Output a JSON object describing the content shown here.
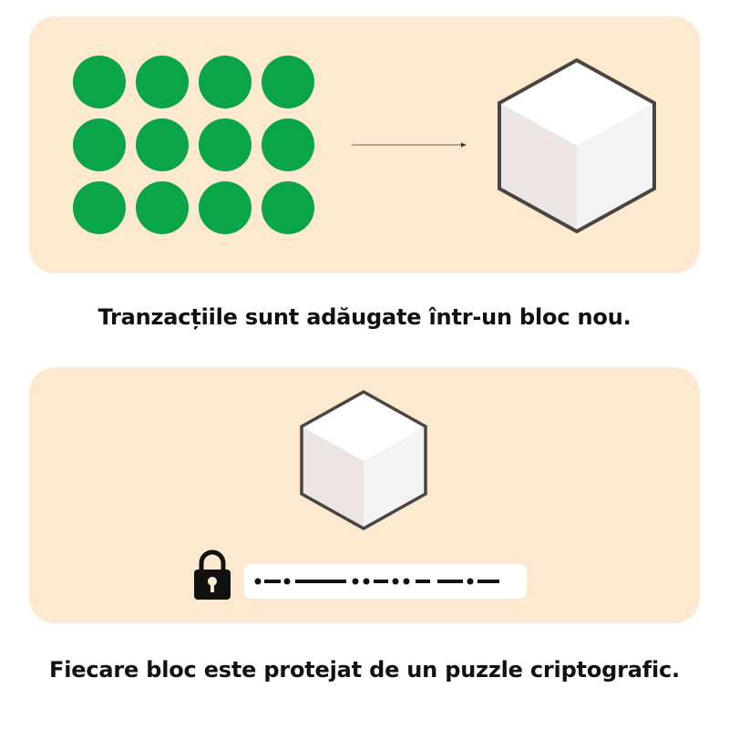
{
  "colors": {
    "panel_bg": "#fde9cf",
    "dot_green": "#0aa548",
    "cube_outline": "#4a4541",
    "cube_top": "#ffffff",
    "cube_left": "#ebe5e3",
    "cube_right": "#f3f3f4",
    "lock": "#111111"
  },
  "panel1": {
    "transaction_dots": {
      "rows": 3,
      "cols": 4,
      "count": 12
    },
    "arrow": "right-arrow",
    "block": "cube-icon"
  },
  "panel2": {
    "block": "cube-icon",
    "lock": "padlock-icon",
    "puzzle_code": "•—•———••—••——•—"
  },
  "captions": {
    "step1": "Tranzacțiile sunt adăugate într-un bloc nou.",
    "step2": "Fiecare bloc este protejat de un puzzle criptografic."
  }
}
